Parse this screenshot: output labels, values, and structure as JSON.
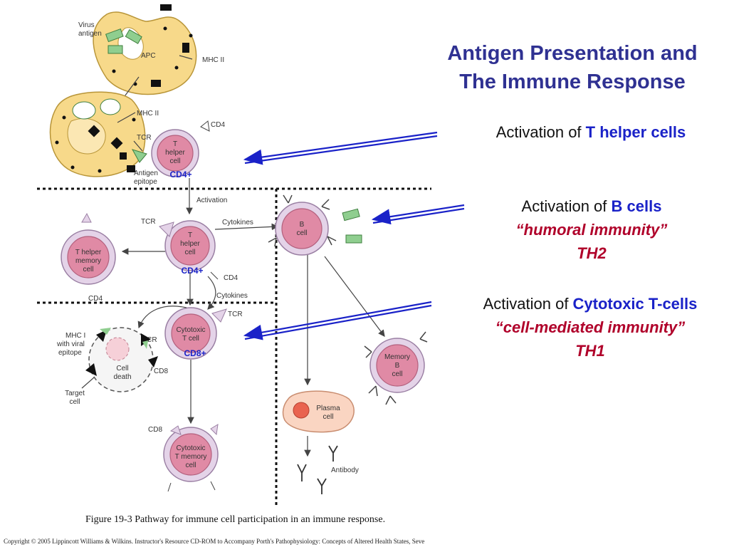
{
  "title": {
    "line1": "Antigen Presentation and",
    "line2": "The Immune Response"
  },
  "activations": [
    {
      "prefix": "Activation of ",
      "highlight": "T helper cells"
    },
    {
      "prefix": "Activation of ",
      "highlight": "B cells",
      "sub1": "“humoral immunity”",
      "sub2": "TH2"
    },
    {
      "prefix": "Activation of ",
      "highlight": "Cytotoxic T-cells",
      "sub1": "“cell-mediated immunity”",
      "sub2": "TH1"
    }
  ],
  "diagram": {
    "virus_antigen": [
      "Virus",
      "antigen"
    ],
    "apc": "APC",
    "mhc2_top": "MHC II",
    "mhc2_mid": "MHC II",
    "tcr_top": "TCR",
    "cd4_top": "CD4",
    "antigen_epitope": [
      "Antigen",
      "epitope"
    ],
    "th_top": [
      "T",
      "helper",
      "cell"
    ],
    "cd4_plus_1": "CD4+",
    "activation": "Activation",
    "tcr_mid": "TCR",
    "cytokines_1": "Cytokines",
    "th_mid": [
      "T",
      "helper",
      "cell"
    ],
    "cd4_plus_2": "CD4+",
    "cd4_mid": "CD4",
    "cytokines_2": "Cytokines",
    "th_memory": [
      "T helper",
      "memory",
      "cell"
    ],
    "cd4_memory": "CD4",
    "b_cell": [
      "B",
      "cell"
    ],
    "tcr_cyto_top": "TCR",
    "cytotoxic": [
      "Cytotoxic",
      "T cell"
    ],
    "cd8_plus": "CD8+",
    "tcr_cyto_left": "TCR",
    "cd8_left": "CD8",
    "mhc1": [
      "MHC I",
      "with viral",
      "epitope"
    ],
    "cell_death": [
      "Cell",
      "death"
    ],
    "target_cell": [
      "Target",
      "cell"
    ],
    "memory_b": [
      "Memory",
      "B",
      "cell"
    ],
    "plasma": [
      "Plasma",
      "cell"
    ],
    "antibody": "Antibody",
    "cd8_bottom": "CD8",
    "cyto_memory": [
      "Cytotoxic",
      "T memory",
      "cell"
    ]
  },
  "caption": "Figure 19-3 Pathway for immune cell participation in an immune response.",
  "copyright": "Copyright © 2005 Lippincott Williams & Wilkins.  Instructor's Resource CD-ROM to Accompany Porth's Pathophysiology: Concepts of Altered Health States, Seve",
  "colors": {
    "title": "#2f3192",
    "highlight": "#1a22c8",
    "italic_red": "#b0002a",
    "apc_fill": "#f7d98a",
    "cell_outer": "#e4d3e8",
    "cell_nucleus": "#e08aa5"
  }
}
